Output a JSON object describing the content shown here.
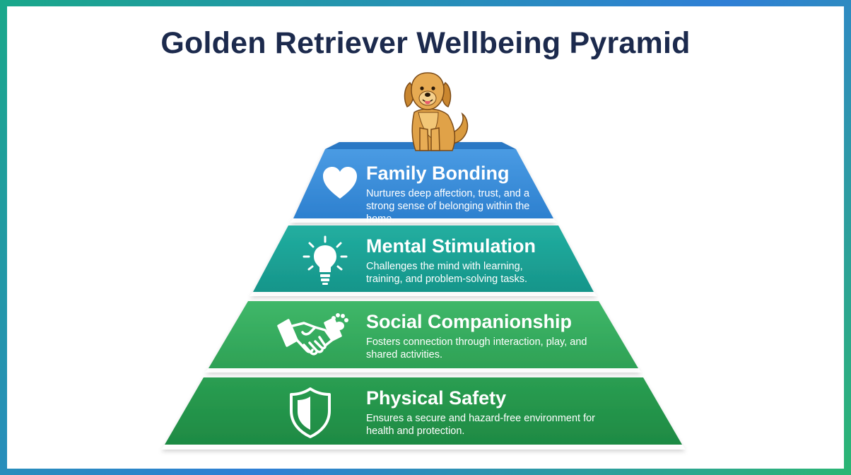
{
  "title": "Golden Retriever Wellbeing Pyramid",
  "colors": {
    "frame_gradient": [
      "#1aa88a",
      "#2f7fd6",
      "#2bb673"
    ],
    "tier_family": "#3a8fd9",
    "tier_mental": "#1ea597",
    "tier_social": "#36ad5e",
    "tier_physical": "#23944b",
    "title": "#1c2a4d"
  },
  "tiers": [
    {
      "key": "family",
      "heading": "Family Bonding",
      "description": "Nurtures deep affection, trust, and a strong sense of belonging within the home.",
      "icon": "heart-icon"
    },
    {
      "key": "mental",
      "heading": "Mental Stimulation",
      "description": "Challenges the mind with learning, training, and problem-solving tasks.",
      "icon": "lightbulb-icon"
    },
    {
      "key": "social",
      "heading": "Social Companionship",
      "description": "Fosters connection through interaction, play, and shared activities.",
      "icon": "handshake-paw-icon"
    },
    {
      "key": "physical",
      "heading": "Physical Safety",
      "description": "Ensures a secure and hazard-free environment for health and protection.",
      "icon": "shield-icon"
    }
  ],
  "illustration": "golden-retriever-dog"
}
